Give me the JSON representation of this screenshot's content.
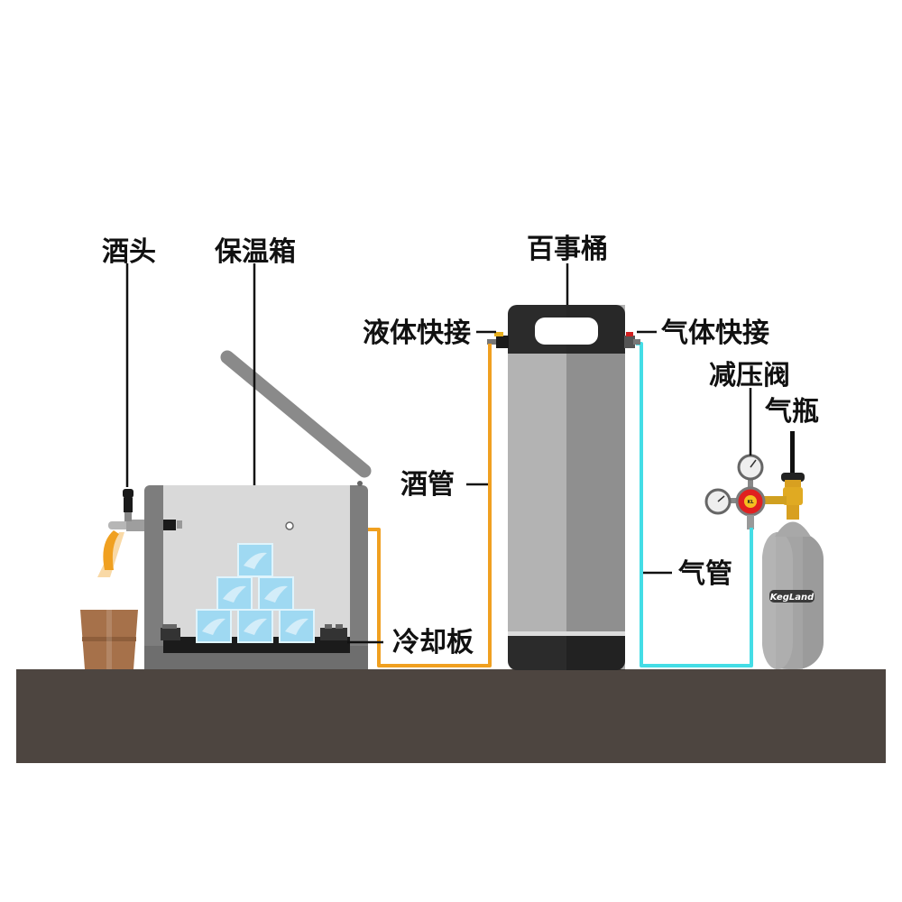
{
  "labels": {
    "tap": "酒头",
    "cooler": "保温箱",
    "keg": "百事桶",
    "liquid_connector": "液体快接",
    "gas_connector": "气体快接",
    "regulator": "减压阀",
    "gas_cylinder": "气瓶",
    "beer_line": "酒管",
    "gas_line": "气管",
    "cold_plate": "冷却板"
  },
  "cylinder_brand": "KegLand",
  "colors": {
    "ground": "#4d4540",
    "beer_line": "#f0a020",
    "gas_line": "#44dde6",
    "keg_body": "#a9a9a9",
    "keg_dark": "#2a2a2a",
    "cooler_wall": "#7d7d7d",
    "cooler_inner": "#d9d9d9",
    "ice": "#9fd9f2",
    "cup": "#a6714a",
    "regulator_red": "#e02020"
  }
}
